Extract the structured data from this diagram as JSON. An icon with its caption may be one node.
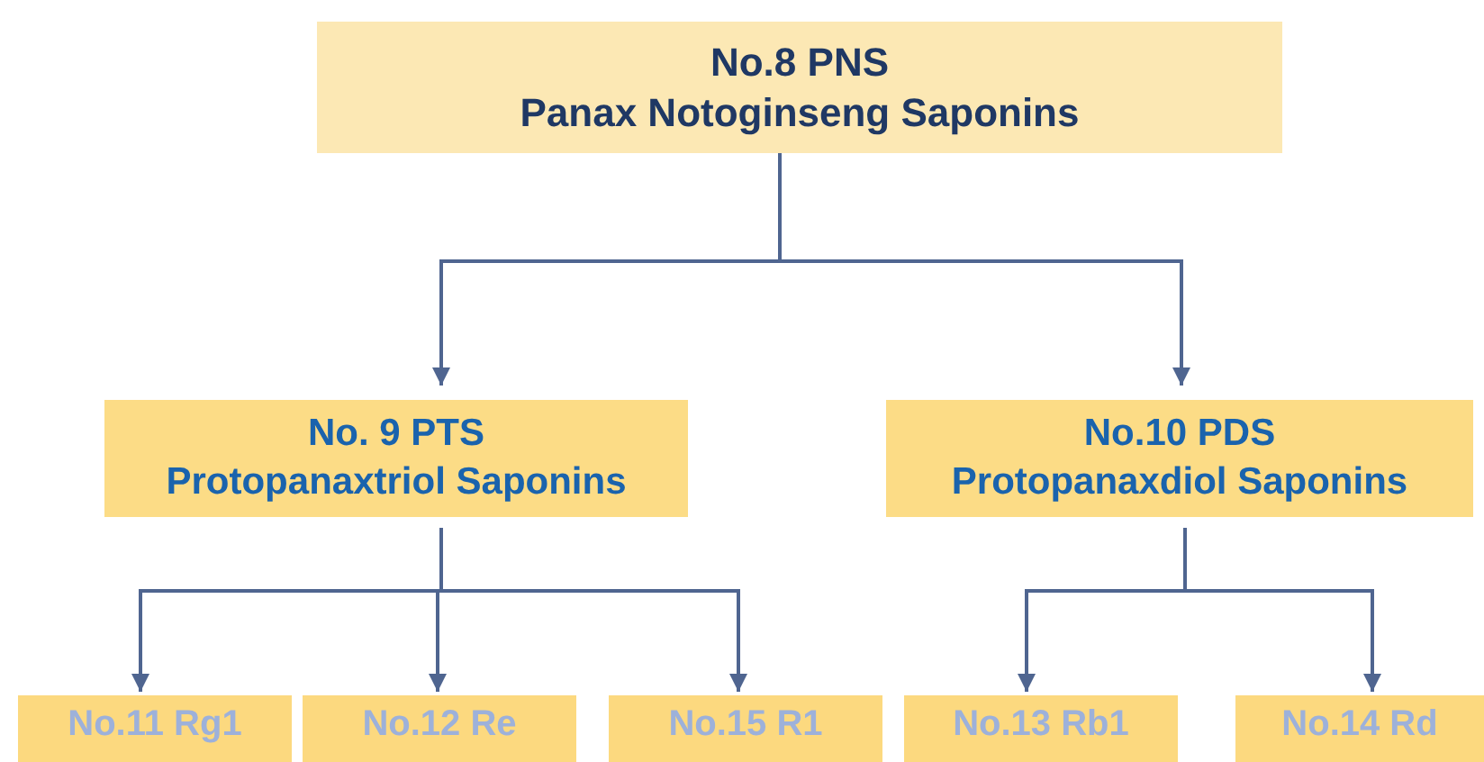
{
  "diagram": {
    "nodes": [
      {
        "text": [
          "No.8 PNS",
          "Panax Notoginseng Saponins"
        ]
      },
      {
        "text": [
          "No. 9 PTS",
          "Protopanaxtriol Saponins"
        ]
      },
      {
        "text": [
          "No.10 PDS",
          "Protopanaxdiol Saponins"
        ]
      },
      {
        "text": [
          "No.11 Rg1"
        ]
      },
      {
        "text": [
          "No.12 Re"
        ]
      },
      {
        "text": [
          "No.15 R1"
        ]
      },
      {
        "text": [
          "No.13 Rb1"
        ]
      },
      {
        "text": [
          "No.14 Rd"
        ]
      }
    ],
    "edges": [
      {
        "from": 0,
        "to": 1,
        "arrow": "to"
      },
      {
        "from": 0,
        "to": 2,
        "arrow": "to"
      },
      {
        "from": 1,
        "to": 3,
        "arrow": "to"
      },
      {
        "from": 1,
        "to": 4,
        "arrow": "to"
      },
      {
        "from": 1,
        "to": 5,
        "arrow": "to"
      },
      {
        "from": 2,
        "to": 6,
        "arrow": "to"
      },
      {
        "from": 2,
        "to": 7,
        "arrow": "to"
      }
    ]
  }
}
